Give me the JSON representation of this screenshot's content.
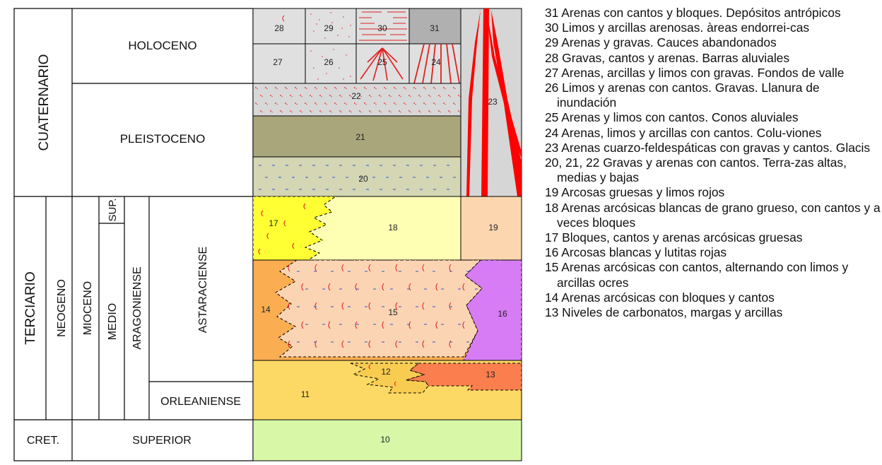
{
  "columns": {
    "cuaternario": "CUATERNARIO",
    "holoceno": "HOLOCENO",
    "pleistoceno": "PLEISTOCENO",
    "terciario": "TERCIARIO",
    "neogeno": "NEOGENO",
    "mioceno": "MIOCENO",
    "medio": "MEDIO",
    "sup": "SUP.",
    "aragoniense": "ARAGONIENSE",
    "astaraciense": "ASTARACIENSE",
    "orleaniense": "ORLEANIENSE",
    "cret": "CRET.",
    "superior": "SUPERIOR"
  },
  "units": {
    "u10": "10",
    "u11": "11",
    "u12": "12",
    "u13": "13",
    "u14": "14",
    "u15": "15",
    "u16": "16",
    "u17": "17",
    "u18": "18",
    "u19": "19",
    "u20": "20",
    "u21": "21",
    "u22": "22",
    "u23": "23",
    "u24": "24",
    "u25": "25",
    "u26": "26",
    "u27": "27",
    "u28": "28",
    "u29": "29",
    "u30": "30",
    "u31": "31"
  },
  "colors": {
    "u31": "#b0b0b0",
    "u23_bg": "#d6d6d6",
    "u23_stripe": "#ff0000",
    "u22": "#d8d8d8",
    "u21": "#a8a67a",
    "u20": "#d4d6b4",
    "u17": "#ffff33",
    "u18": "#ffffb4",
    "u19": "#fcd6ae",
    "u14": "#fbad52",
    "u15": "#fbd4b4",
    "u16": "#d77cf4",
    "u11": "#fcd964",
    "u13": "#fb7e4e",
    "u10": "#d8f8a8",
    "symbol": "#e02020"
  },
  "legend": [
    {
      "num": "31",
      "text": "Arenas con cantos y bloques. Depósitos antrópicos"
    },
    {
      "num": "30",
      "text": "Limos y arcillas arenosas. àreas endorrei-cas"
    },
    {
      "num": "29",
      "text": "Arenas y gravas. Cauces abandonados"
    },
    {
      "num": "28",
      "text": "Gravas, cantos y arenas. Barras aluviales"
    },
    {
      "num": "27",
      "text": "Arenas, arcillas y limos con gravas. Fondos de valle"
    },
    {
      "num": "26",
      "text": "Limos y arenas con cantos. Gravas. Llanura de inundación"
    },
    {
      "num": "25",
      "text": "Arenas y limos con cantos. Conos aluviales"
    },
    {
      "num": "24",
      "text": "Arenas, limos y arcillas con cantos. Colu-viones"
    },
    {
      "num": "23",
      "text": "Arenas cuarzo-feldespáticas con gravas y cantos. Glacis"
    },
    {
      "num": "20, 21, 22",
      "text": "Gravas y arenas con cantos. Terra-zas altas, medias y bajas"
    },
    {
      "num": "19",
      "text": "Arcosas gruesas y limos rojos"
    },
    {
      "num": "18",
      "text": "Arenas arcósicas blancas de grano grueso, con cantos y a veces bloques"
    },
    {
      "num": "17",
      "text": "Bloques, cantos y arenas arcósicas gruesas"
    },
    {
      "num": "16",
      "text": "Arcosas blancas y lutitas rojas"
    },
    {
      "num": "15",
      "text": "Arenas arcósicas con cantos, alternando con limos y arcillas ocres"
    },
    {
      "num": "14",
      "text": "Arenas arcósicas con bloques y cantos"
    },
    {
      "num": "13",
      "text": "Niveles de carbonatos, margas y arcillas"
    }
  ]
}
